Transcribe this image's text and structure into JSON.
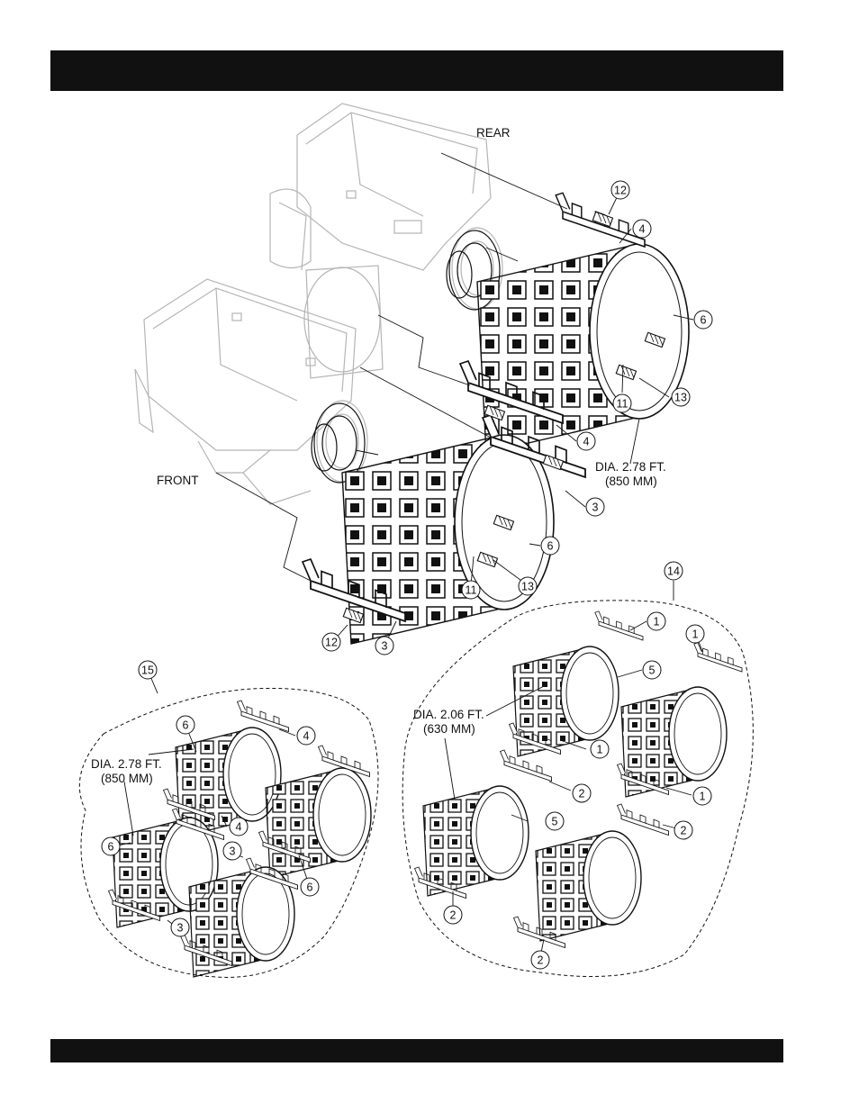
{
  "labels": {
    "rear": "REAR",
    "front": "FRONT",
    "dia_rear": "DIA. 2.78 FT.",
    "mm_rear": "(850 MM)",
    "dia_left": "DIA. 2.78 FT.",
    "mm_left": "(850 MM)",
    "dia_right": "DIA. 2.06 FT.",
    "mm_right": "(630 MM)"
  },
  "callouts": [
    {
      "n": "12"
    },
    {
      "n": "4"
    },
    {
      "n": "6"
    },
    {
      "n": "13"
    },
    {
      "n": "11"
    },
    {
      "n": "4"
    },
    {
      "n": "3"
    },
    {
      "n": "6"
    },
    {
      "n": "13"
    },
    {
      "n": "11"
    },
    {
      "n": "12"
    },
    {
      "n": "3"
    },
    {
      "n": "14"
    },
    {
      "n": "1"
    },
    {
      "n": "1"
    },
    {
      "n": "5"
    },
    {
      "n": "1"
    },
    {
      "n": "2"
    },
    {
      "n": "1"
    },
    {
      "n": "5"
    },
    {
      "n": "2"
    },
    {
      "n": "2"
    },
    {
      "n": "2"
    },
    {
      "n": "15"
    },
    {
      "n": "6"
    },
    {
      "n": "4"
    },
    {
      "n": "4"
    },
    {
      "n": "6"
    },
    {
      "n": "3"
    },
    {
      "n": "6"
    },
    {
      "n": "3"
    }
  ]
}
